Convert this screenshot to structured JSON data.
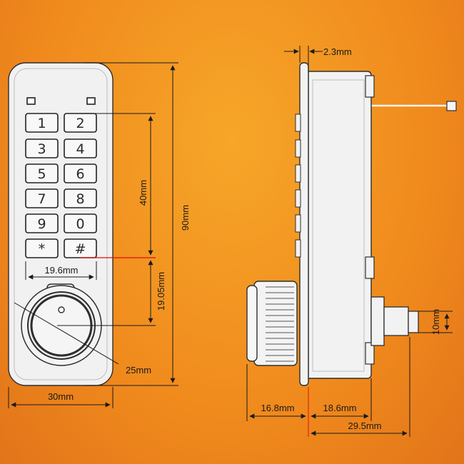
{
  "front_view": {
    "keys": [
      "1",
      "2",
      "3",
      "4",
      "5",
      "6",
      "7",
      "8",
      "9",
      "0",
      "*",
      "#"
    ],
    "dims": {
      "height": "90mm",
      "width": "30mm",
      "keypad_height": "40mm",
      "key_width": "19.6mm",
      "key_to_knob": "19.05mm",
      "knob_diameter": "25mm"
    }
  },
  "side_view": {
    "dims": {
      "plate": "2.3mm",
      "knob_depth": "16.8mm",
      "body_depth": "18.6mm",
      "total_depth": "29.5mm",
      "spindle": "10mm"
    }
  },
  "colors": {
    "background": "#f08a1d",
    "body": "#f1f1f1",
    "outline": "#2e2e2e",
    "highlight_line": "#e01010"
  }
}
